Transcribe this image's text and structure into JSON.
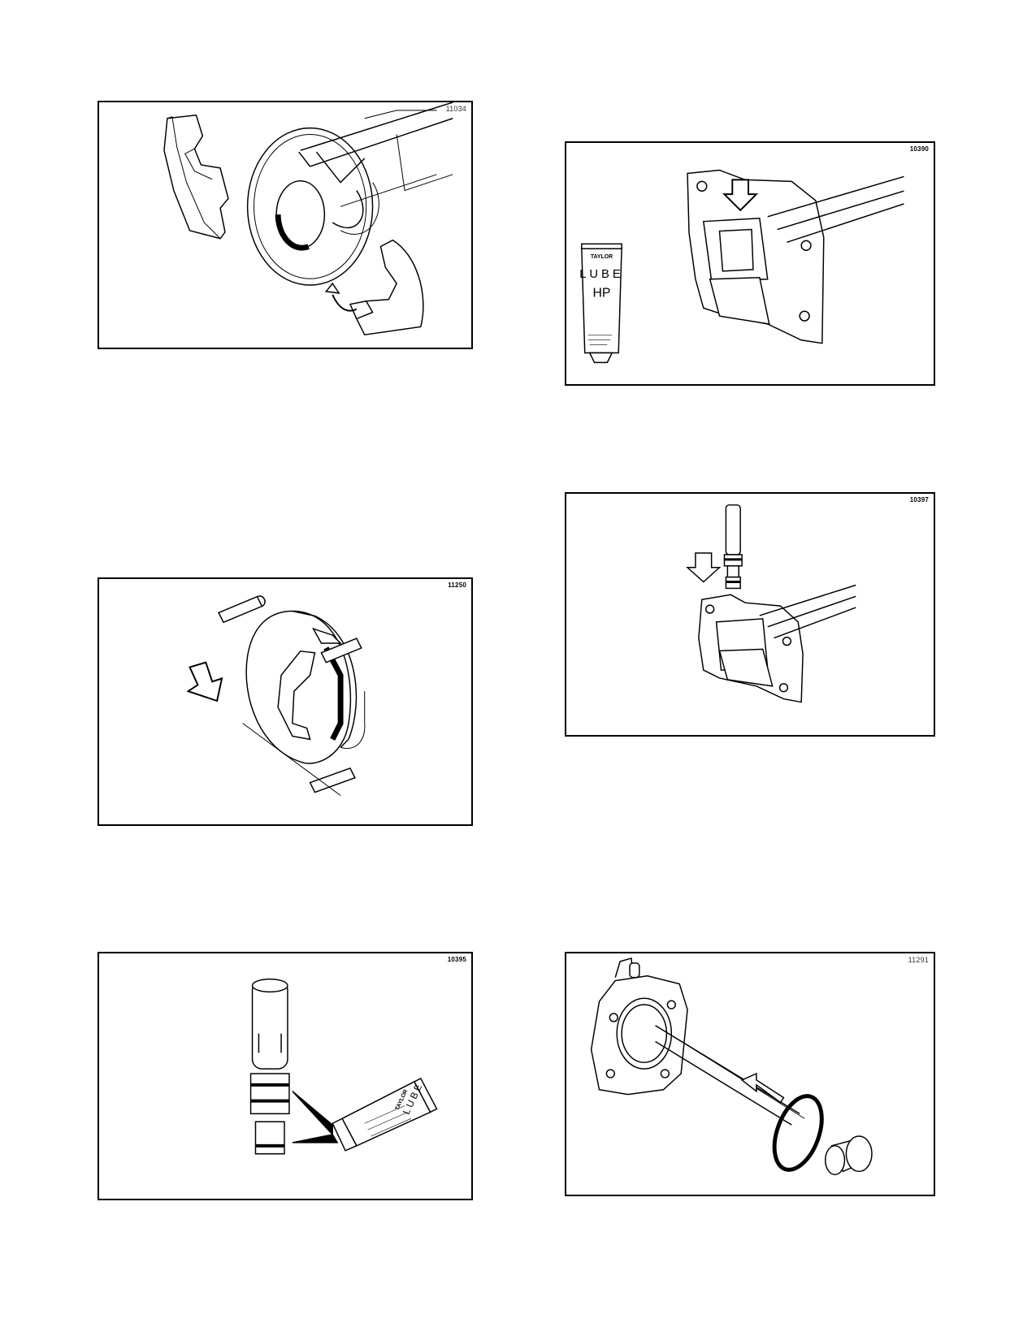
{
  "figures": [
    {
      "id": "11034",
      "number": "11034"
    },
    {
      "id": "10390",
      "number": "10390",
      "tube": {
        "brand": "TAYLOR",
        "line1": "LUBE",
        "line2": "HP"
      }
    },
    {
      "id": "11250",
      "number": "11250"
    },
    {
      "id": "10397",
      "number": "10397"
    },
    {
      "id": "10395",
      "number": "10395",
      "tube": {
        "brand": "TAYLOR",
        "line1": "LUBE"
      }
    },
    {
      "id": "11291",
      "number": "11291"
    }
  ]
}
